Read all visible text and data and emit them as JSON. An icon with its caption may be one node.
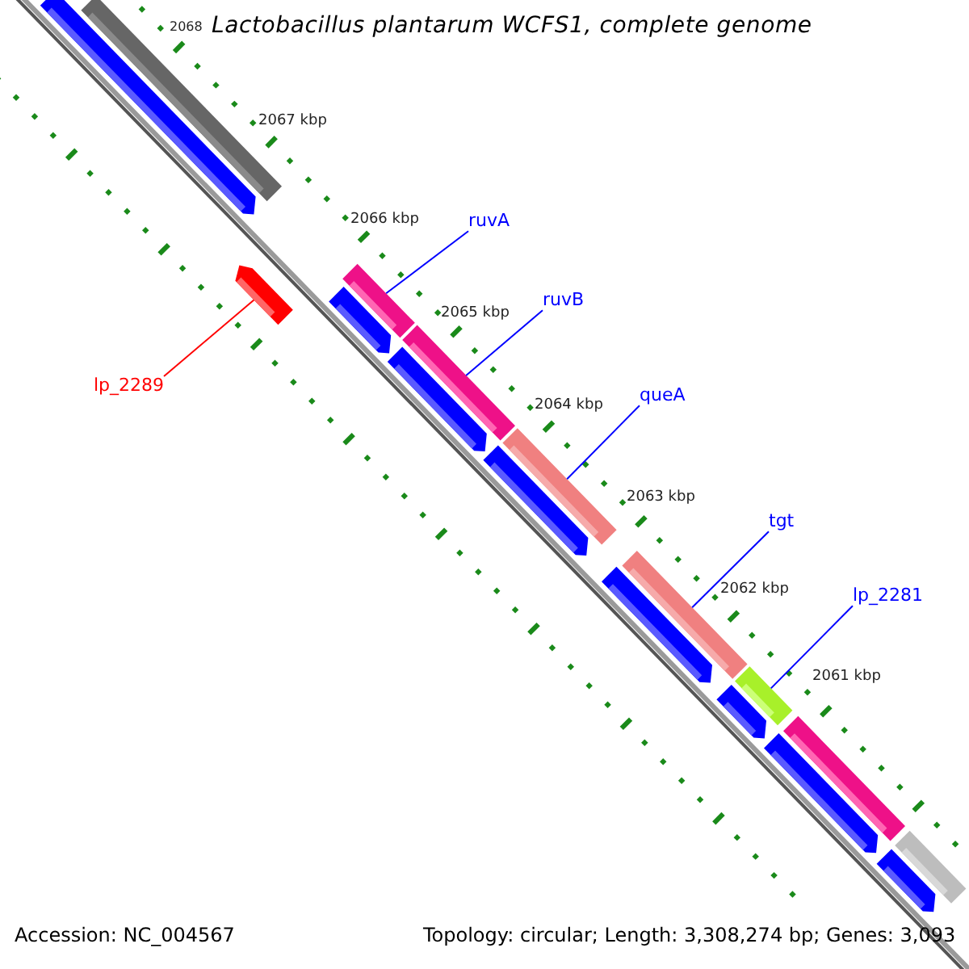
{
  "diagram": {
    "title": "Lactobacillus plantarum WCFS1, complete genome",
    "nodes": [
      {
        "text": [],
        "shape": "bar"
      },
      {
        "text": [],
        "shape": "arrow"
      },
      {
        "text": [
          "ruvA"
        ]
      },
      {
        "text": [],
        "shape": "bar"
      },
      {
        "text": [
          "lp_2289"
        ]
      },
      {
        "text": [],
        "shape": "arrow"
      },
      {
        "text": [],
        "shape": "arrow"
      },
      {
        "text": [
          "ruvB"
        ]
      },
      {
        "text": [],
        "shape": "bar"
      },
      {
        "text": [],
        "shape": "arrow"
      },
      {
        "text": [
          "queA"
        ]
      },
      {
        "text": [],
        "shape": "bar"
      },
      {
        "text": [],
        "shape": "arrow"
      },
      {
        "text": [
          "tgt"
        ]
      },
      {
        "text": [],
        "shape": "bar"
      },
      {
        "text": [],
        "shape": "arrow"
      },
      {
        "text": [
          "lp_2281"
        ]
      },
      {
        "text": [],
        "shape": "bar"
      },
      {
        "text": [],
        "shape": "arrow"
      },
      {
        "text": [],
        "shape": "bar"
      },
      {
        "text": [],
        "shape": "arrow"
      },
      {
        "text": [],
        "shape": "bar"
      },
      {
        "text": [],
        "shape": "arrow"
      }
    ],
    "edges": [
      {
        "from": 2,
        "to": 3,
        "arrow": "none"
      },
      {
        "from": 4,
        "to": 5,
        "arrow": "none",
        "color": "#ff0000"
      },
      {
        "from": 7,
        "to": 8,
        "arrow": "none"
      },
      {
        "from": 10,
        "to": 11,
        "arrow": "none"
      },
      {
        "from": 13,
        "to": 14,
        "arrow": "none"
      },
      {
        "from": 16,
        "to": 17,
        "arrow": "none"
      }
    ],
    "labels": [
      "2068",
      "2067 kbp",
      "2066 kbp",
      "2065 kbp",
      "2064 kbp",
      "2063 kbp",
      "2062 kbp",
      "2061 kbp",
      "Accession: NC_004567",
      "Topology: circular; Length: 3,308,274 bp; Genes: 3,093"
    ]
  }
}
